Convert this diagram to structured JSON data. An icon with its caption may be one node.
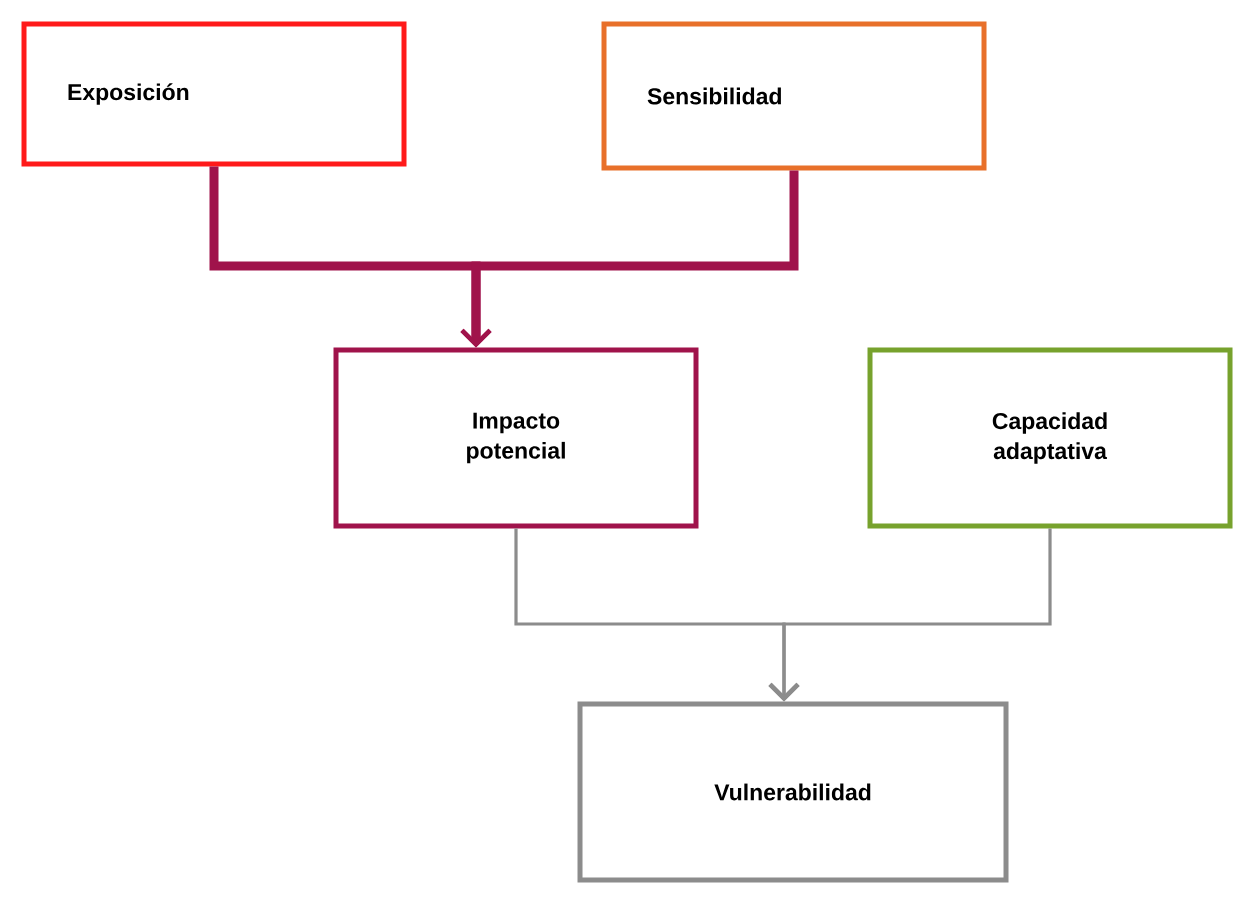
{
  "diagram": {
    "nodes": [
      {
        "text": [
          "Exposición"
        ]
      },
      {
        "text": [
          "Sensibilidad"
        ]
      },
      {
        "text": [
          "Impacto potencial"
        ]
      },
      {
        "text": [
          "Capacidad adaptativa"
        ]
      },
      {
        "text": [
          "Vulnerabilidad"
        ]
      }
    ],
    "edges": [
      {
        "from": 0,
        "to": 2,
        "arrow": "to",
        "style": "thick",
        "color": "#a0134b"
      },
      {
        "from": 1,
        "to": 2,
        "arrow": "to",
        "style": "thick",
        "color": "#a0134b"
      },
      {
        "from": 2,
        "to": 4,
        "arrow": "to",
        "color": "#8c8c8c"
      },
      {
        "from": 3,
        "to": 4,
        "arrow": "to",
        "color": "#8c8c8c"
      }
    ]
  }
}
